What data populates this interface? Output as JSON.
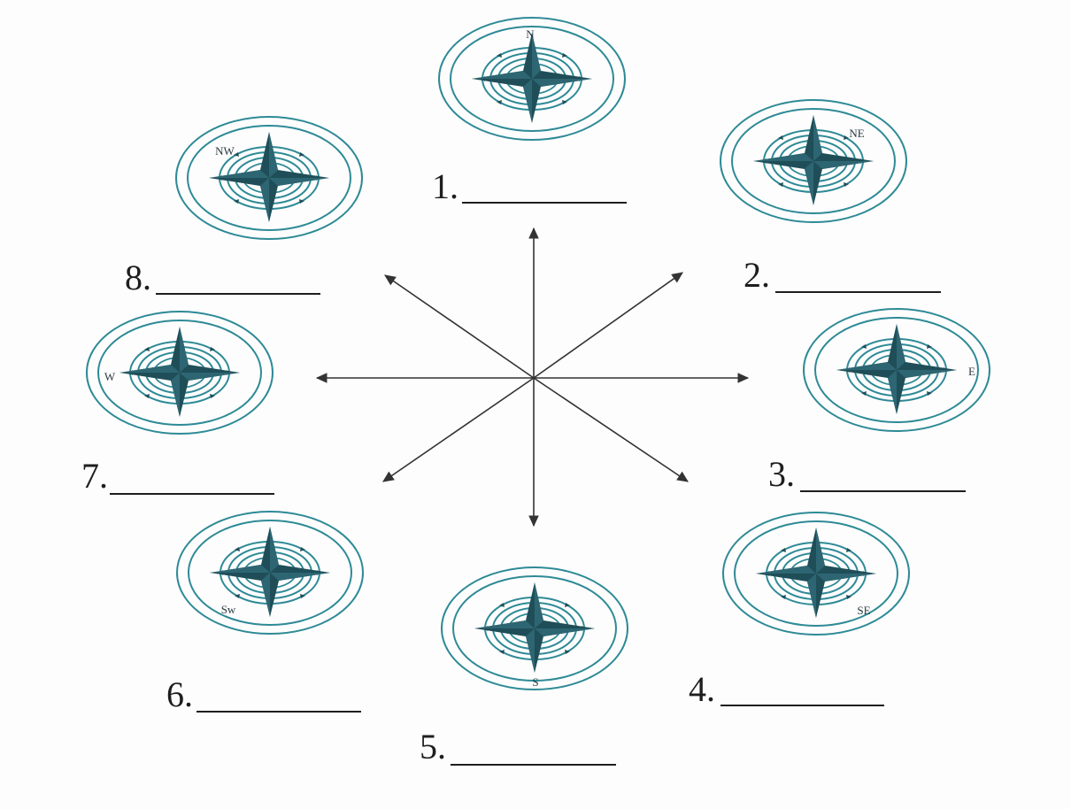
{
  "colors": {
    "ring": "#2e8a96",
    "star": "#1f4e58",
    "star_light": "#3f7d88",
    "ink": "#1e1e1e",
    "arrow": "#333333"
  },
  "compass_icon": "compass-rose-icon",
  "compasses": [
    {
      "number": "1.",
      "blank": "_________",
      "direction": "N"
    },
    {
      "number": "2.",
      "blank": "_________",
      "direction": "NE"
    },
    {
      "number": "3.",
      "blank": "_________",
      "direction": "E"
    },
    {
      "number": "4.",
      "blank": "_________",
      "direction": "SE"
    },
    {
      "number": "5.",
      "blank": "_________",
      "direction": "S"
    },
    {
      "number": "6.",
      "blank": "_________",
      "direction": "Sw"
    },
    {
      "number": "7.",
      "blank": "_________",
      "direction": "W"
    },
    {
      "number": "8.",
      "blank": "_________",
      "direction": "NW"
    }
  ]
}
